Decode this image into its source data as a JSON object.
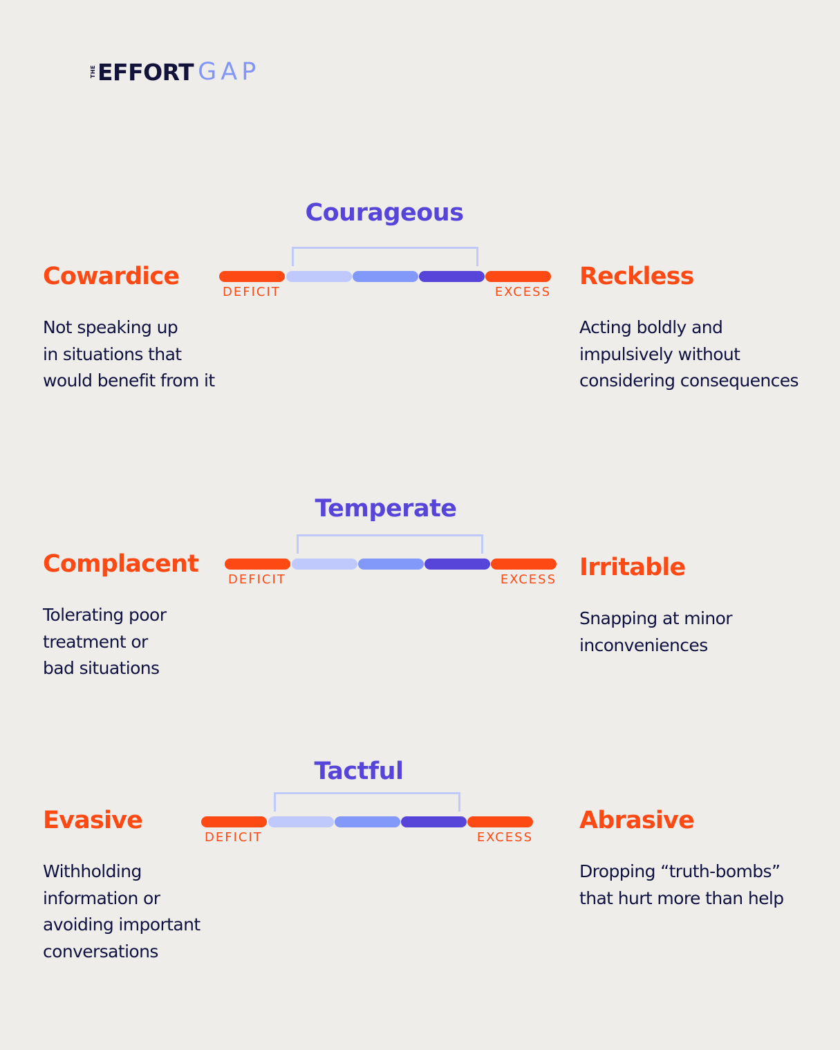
{
  "logo": {
    "the": "THE",
    "effort": "EFFORT",
    "gap": "GAP"
  },
  "colors": {
    "background": "#efedea",
    "vice_orange": "#fd4913",
    "virtue_purple": "#5744d9",
    "scale_light": "#c0c9fc",
    "scale_mid": "#8399fa",
    "scale_dark": "#5744d9",
    "text_navy": "#0f1140"
  },
  "scale_labels": {
    "deficit": "DEFICIT",
    "excess": "EXCESS"
  },
  "rows": [
    {
      "virtue": "Courageous",
      "deficit": {
        "name": "Cowardice",
        "lines": [
          "Not speaking up",
          "in situations that",
          "would benefit from it"
        ]
      },
      "excess": {
        "name": "Reckless",
        "lines": [
          "Acting boldly and",
          "impulsively without",
          "considering consequences"
        ]
      }
    },
    {
      "virtue": "Temperate",
      "deficit": {
        "name": "Complacent",
        "lines": [
          "Tolerating poor",
          "treatment or",
          "bad situations"
        ]
      },
      "excess": {
        "name": "Irritable",
        "lines": [
          "Snapping at minor",
          "inconveniences"
        ]
      }
    },
    {
      "virtue": "Tactful",
      "deficit": {
        "name": "Evasive",
        "lines": [
          "Withholding",
          "information or",
          "avoiding important",
          "conversations"
        ]
      },
      "excess": {
        "name": "Abrasive",
        "lines": [
          "Dropping “truth-bombs”",
          "that hurt more than help"
        ]
      }
    }
  ]
}
